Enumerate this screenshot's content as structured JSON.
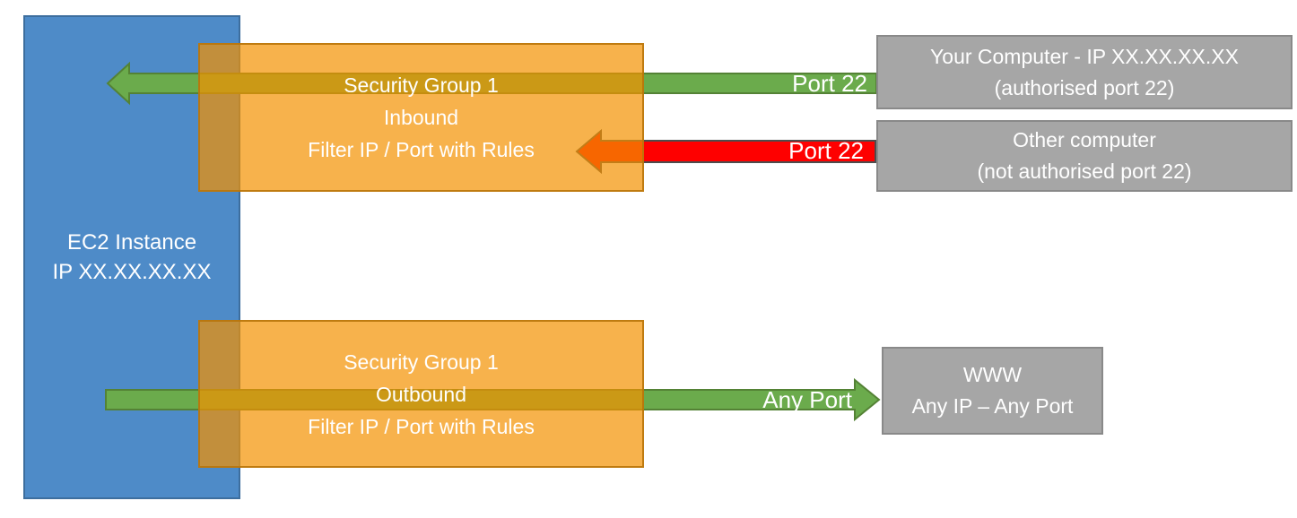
{
  "colors": {
    "blue_fill": "#4E8BC8",
    "blue_border": "#3D6E9E",
    "orange_fill": "rgba(243,146,0,0.70)",
    "orange_border": "rgba(184,116,10,0.90)",
    "gray_fill": "#A6A6A6",
    "gray_border": "#898989",
    "green_fill": "#6BAB4C",
    "green_border": "#548235",
    "red_fill": "#FE0000",
    "red_border": "#4D4D4D"
  },
  "ec2_instance": {
    "title": "EC2 Instance",
    "ip": "IP XX.XX.XX.XX"
  },
  "security_group_inbound": {
    "name": "Security Group 1",
    "direction": "Inbound",
    "description": "Filter IP / Port with Rules"
  },
  "security_group_outbound": {
    "name": "Security Group 1",
    "direction": "Outbound",
    "description": "Filter IP / Port with Rules"
  },
  "your_computer": {
    "title": "Your Computer - IP XX.XX.XX.XX",
    "subtitle": "(authorised port 22)"
  },
  "other_computer": {
    "title": "Other computer",
    "subtitle": "(not authorised port 22)"
  },
  "www": {
    "title": "WWW",
    "subtitle": "Any IP – Any Port"
  },
  "arrow_labels": {
    "inbound_allowed": "Port 22",
    "inbound_blocked": "Port 22",
    "outbound": "Any Port"
  }
}
